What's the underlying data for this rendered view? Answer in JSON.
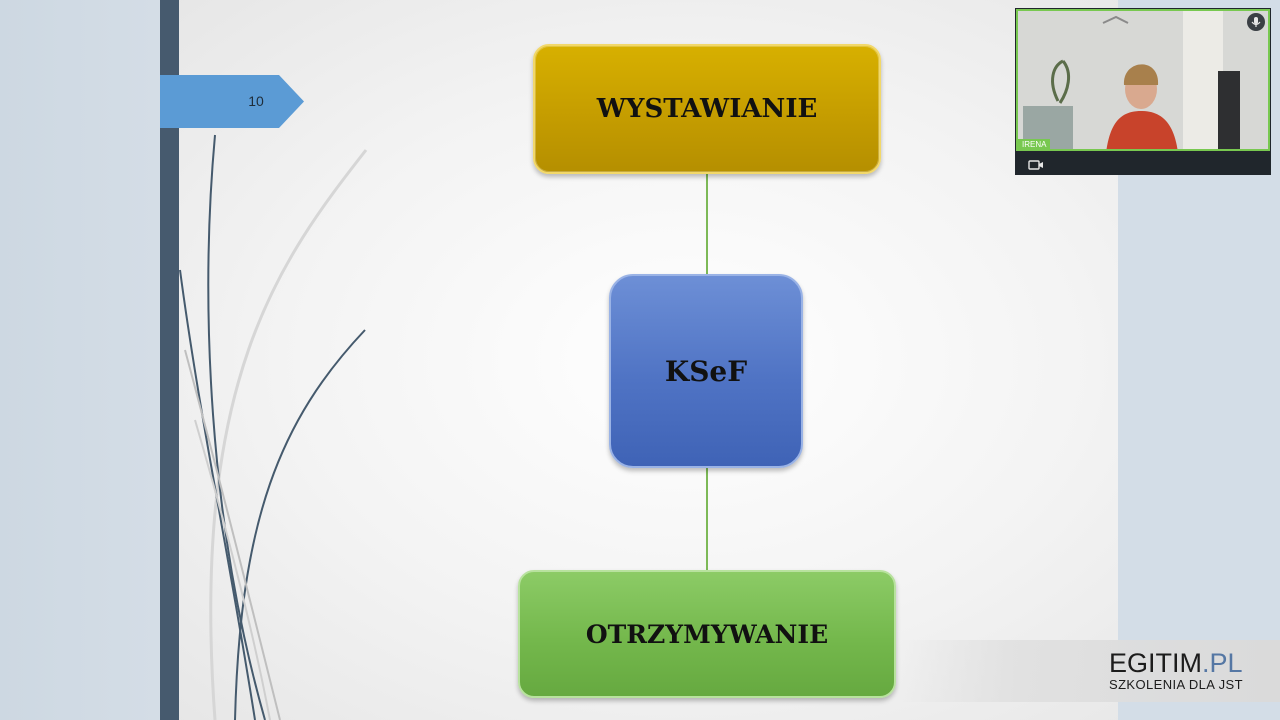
{
  "slide": {
    "page_number": "10",
    "nodes": {
      "top": "WYSTAWIANIE",
      "middle": "KSeF",
      "bottom": "OTRZYMYWANIE"
    }
  },
  "video": {
    "participant_name": "IRENA",
    "icons": {
      "mic": "mic-icon",
      "camera": "camera-icon"
    }
  },
  "watermark": {
    "brand_main": "EGITIM",
    "brand_tld": ".PL",
    "tagline": "SZKOLENIA DLA JST"
  },
  "colors": {
    "rail": "#465a6e",
    "badge": "#5b9bd5",
    "top_node": "#c9a000",
    "middle_node": "#4f73c4",
    "bottom_node": "#74b84c",
    "connector": "#7db957",
    "speaker_highlight": "#78c850",
    "brand_tld": "#5577a4"
  }
}
